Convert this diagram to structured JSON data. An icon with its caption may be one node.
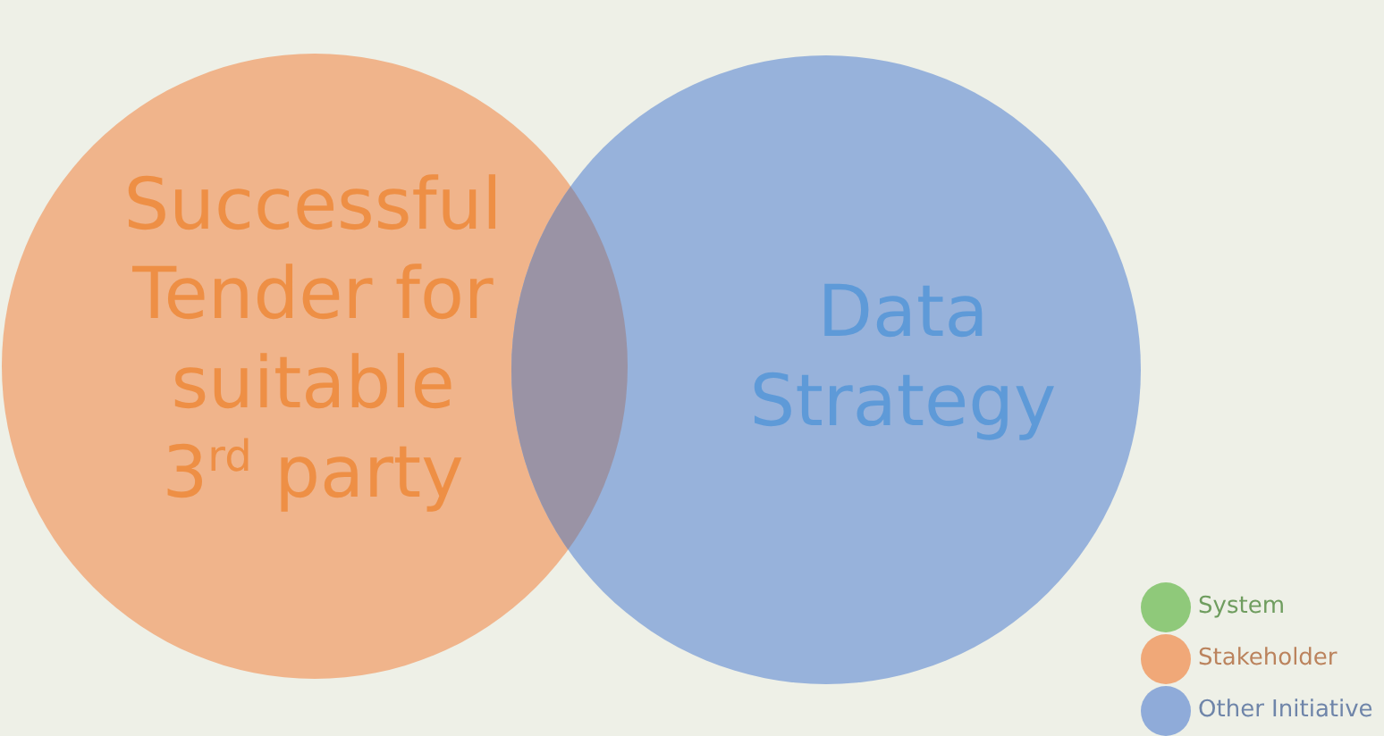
{
  "diagram": {
    "nodes": [
      {
        "text": [
          "Successful Tender for suitable 3$^{rd}$ party"
        ]
      },
      {
        "text": [
          "Data Strategy"
        ]
      }
    ],
    "legend": [
      {
        "text": "System",
        "color": "#8fc97a"
      },
      {
        "text": "Stakeholder",
        "color": "#f0a878"
      },
      {
        "text": "Other Initiative",
        "color": "#8fabd9"
      }
    ]
  }
}
